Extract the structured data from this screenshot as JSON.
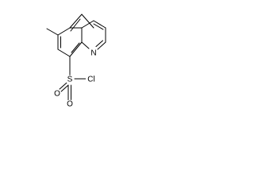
{
  "molecule": {
    "atoms": {
      "nitrogen": "N",
      "sulfur": "S",
      "chlorine": "Cl",
      "oxygen_left": "O",
      "oxygen_right": "O"
    }
  },
  "colors": {
    "bond": "#000000",
    "label": "#000000",
    "background": "#ffffff"
  }
}
